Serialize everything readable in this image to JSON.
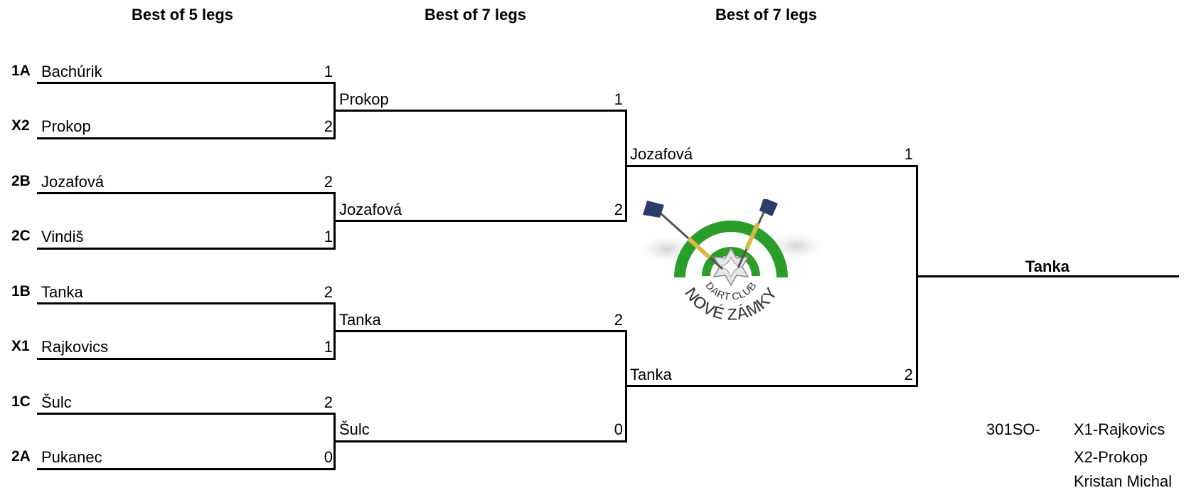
{
  "headers": {
    "round1": "Best of 5 legs",
    "round2": "Best of 7 legs",
    "round3": "Best of 7 legs"
  },
  "round1": [
    {
      "seed": "1A",
      "name": "Bachúrik",
      "score": "1"
    },
    {
      "seed": "X2",
      "name": "Prokop",
      "score": "2"
    },
    {
      "seed": "2B",
      "name": "Jozafová",
      "score": "2"
    },
    {
      "seed": "2C",
      "name": "Vindiš",
      "score": "1"
    },
    {
      "seed": "1B",
      "name": "Tanka",
      "score": "2"
    },
    {
      "seed": "X1",
      "name": "Rajkovics",
      "score": "1"
    },
    {
      "seed": "1C",
      "name": "Šulc",
      "score": "2"
    },
    {
      "seed": "2A",
      "name": "Pukanec",
      "score": "0"
    }
  ],
  "round2": [
    {
      "name": "Prokop",
      "score": "1"
    },
    {
      "name": "Jozafová",
      "score": "2"
    },
    {
      "name": "Tanka",
      "score": "2"
    },
    {
      "name": "Šulc",
      "score": "0"
    }
  ],
  "round3": [
    {
      "name": "Jozafová",
      "score": "1"
    },
    {
      "name": "Tanka",
      "score": "2"
    }
  ],
  "winner": "Tanka",
  "notes": {
    "label": "301SO-",
    "lines": [
      "X1-Rajkovics",
      "X2-Prokop",
      "Kristan Michal"
    ]
  },
  "logo": {
    "text_top": "DART CLUB",
    "text_bottom": "NOVÉ ZÁMKY",
    "ring_color": "#2a9d2a",
    "dart_flight_color": "#2d3d6a",
    "dart_barrel_color": "#d9b84a"
  }
}
